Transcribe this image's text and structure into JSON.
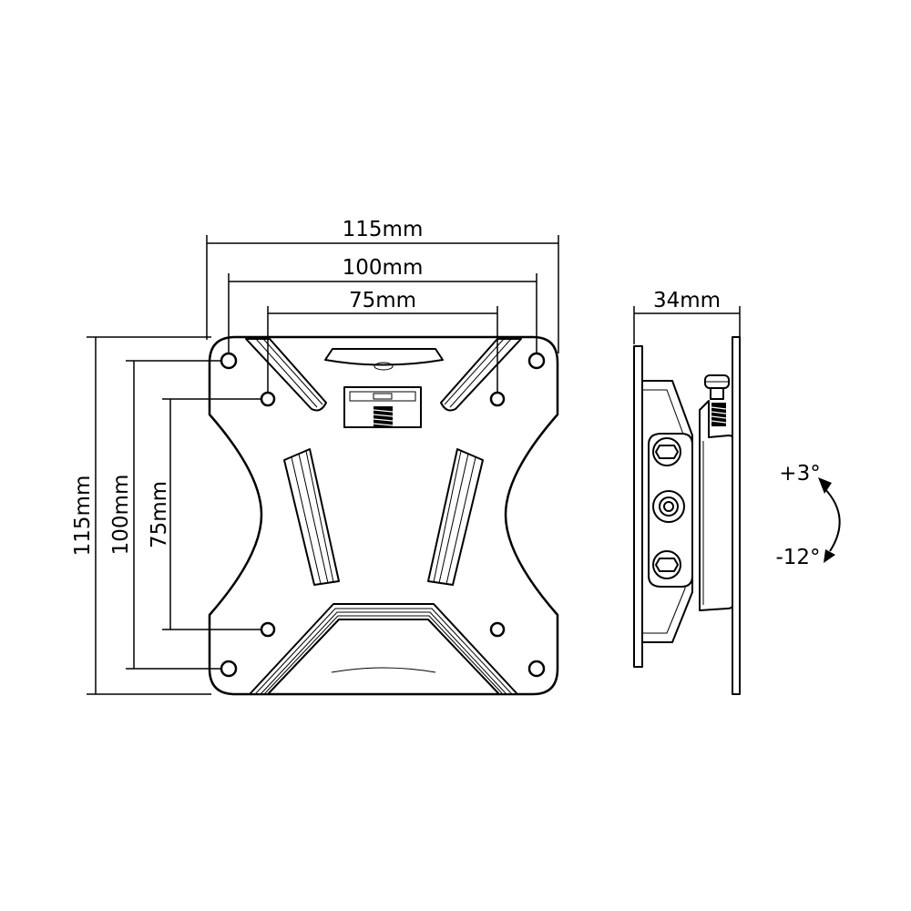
{
  "front_view": {
    "width_overall": "115mm",
    "width_vesa_large": "100mm",
    "width_vesa_small": "75mm",
    "height_overall": "115mm",
    "height_vesa_large": "100mm",
    "height_vesa_small": "75mm"
  },
  "side_view": {
    "depth": "34mm",
    "tilt_up": "+3°",
    "tilt_down": "-12°"
  }
}
